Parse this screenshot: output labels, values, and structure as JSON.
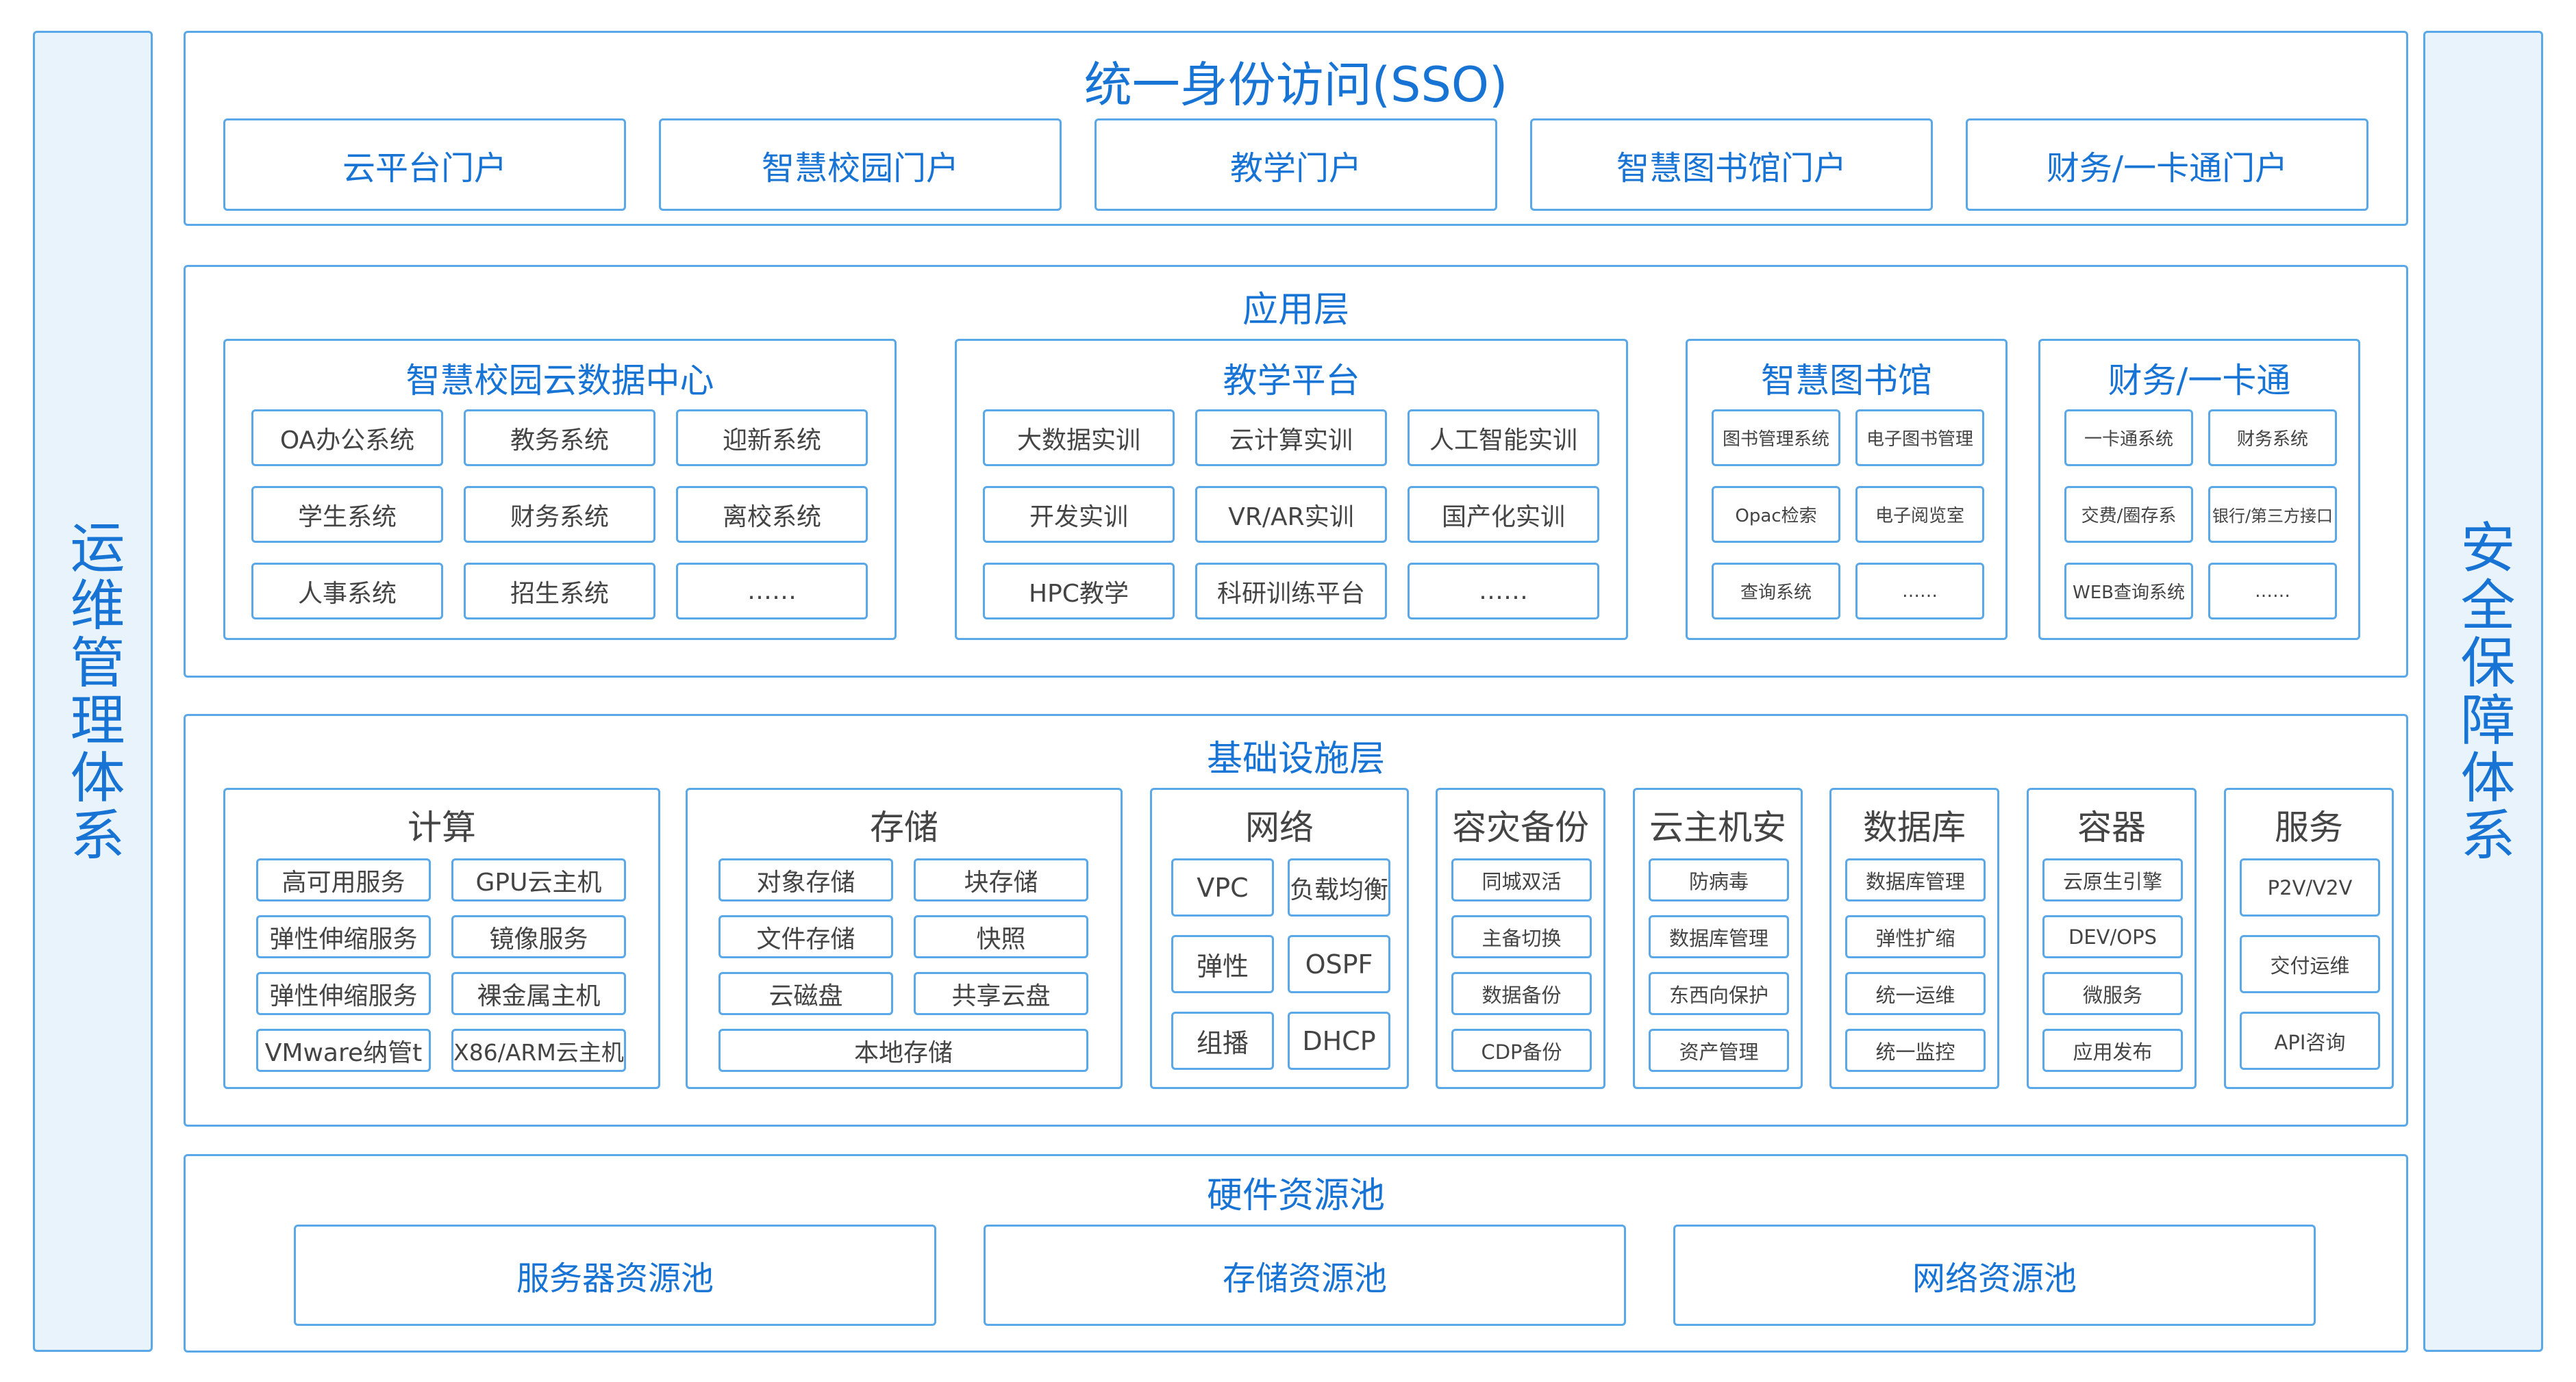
{
  "left_pillar": "运维管理体系",
  "right_pillar": "安全保障体系",
  "sso": {
    "title": "统一身份访问(SSO)",
    "portals": [
      "云平台门户",
      "智慧校园门户",
      "教学门户",
      "智慧图书馆门户",
      "财务/一卡通门户"
    ]
  },
  "app_layer": {
    "title": "应用层",
    "groups": [
      {
        "title": "智慧校园云数据中心",
        "items": [
          "OA办公系统",
          "教务系统",
          "迎新系统",
          "学生系统",
          "财务系统",
          "离校系统",
          "人事系统",
          "招生系统",
          "……"
        ]
      },
      {
        "title": "教学平台",
        "items": [
          "大数据实训",
          "云计算实训",
          "人工智能实训",
          "开发实训",
          "VR/AR实训",
          "国产化实训",
          "HPC教学",
          "科研训练平台",
          "……"
        ]
      },
      {
        "title": "智慧图书馆",
        "items": [
          "图书管理系统",
          "电子图书管理",
          "Opac检索",
          "电子阅览室",
          "查询系统",
          "……"
        ]
      },
      {
        "title": "财务/一卡通",
        "items": [
          "一卡通系统",
          "财务系统",
          "交费/圈存系",
          "银行/第三方接口",
          "WEB查询系统",
          "……"
        ]
      }
    ]
  },
  "infra_layer": {
    "title": "基础设施层",
    "groups": [
      {
        "title": "计算",
        "items": [
          "高可用服务",
          "GPU云主机",
          "弹性伸缩服务",
          "镜像服务",
          "弹性伸缩服务",
          "裸金属主机",
          "VMware纳管t",
          "X86/ARM云主机"
        ]
      },
      {
        "title": "存储",
        "items": [
          "对象存储",
          "块存储",
          "文件存储",
          "快照",
          "云磁盘",
          "共享云盘",
          "本地存储"
        ]
      },
      {
        "title": "网络",
        "items": [
          "VPC",
          "负载均衡",
          "弹性",
          "OSPF",
          "组播",
          "DHCP"
        ]
      },
      {
        "title": "容灾备份",
        "items": [
          "同城双活",
          "主备切换",
          "数据备份",
          "CDP备份"
        ]
      },
      {
        "title": "云主机安全",
        "items": [
          "防病毒",
          "数据库管理",
          "东西向保护",
          "资产管理"
        ]
      },
      {
        "title": "数据库",
        "items": [
          "数据库管理",
          "弹性扩缩",
          "统一运维",
          "统一监控"
        ]
      },
      {
        "title": "容器",
        "items": [
          "云原生引擎",
          "DEV/OPS",
          "微服务",
          "应用发布"
        ]
      },
      {
        "title": "服务",
        "items": [
          "P2V/V2V",
          "交付运维",
          "API咨询"
        ]
      }
    ]
  },
  "hardware_layer": {
    "title": "硬件资源池",
    "pools": [
      "服务器资源池",
      "存储资源池",
      "网络资源池"
    ]
  },
  "colors": {
    "accent": "#1874d4",
    "border": "#5aa8e8",
    "pillar_bg": "#e9f3fc",
    "chip_text": "#444444"
  }
}
